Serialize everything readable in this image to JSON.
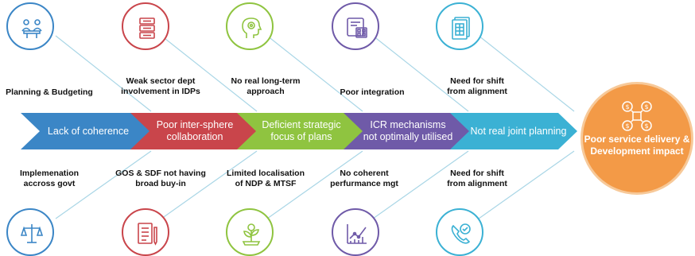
{
  "diagram": {
    "stages": [
      {
        "label": "Lack of coherence",
        "color": "#3b86c6"
      },
      {
        "label": "Poor inter-sphere\ncollaboration",
        "color": "#c9454b"
      },
      {
        "label": "Deficient strategic\nfocus of plans",
        "color": "#8fc440"
      },
      {
        "label": "ICR mechanisms\nnot optimally utilised",
        "color": "#6f5aa8"
      },
      {
        "label": "Not real joint planning",
        "color": "#3bb1d4"
      }
    ],
    "top_causes": [
      {
        "label": "Planning & Budgeting",
        "icon": "meeting-icon",
        "color": "#3b86c6"
      },
      {
        "label": "Weak sector dept\ninvolvement in IDPs",
        "icon": "ladder-list-icon",
        "color": "#c9454b"
      },
      {
        "label": "No real long-term\napproach",
        "icon": "head-mind-icon",
        "color": "#8fc440"
      },
      {
        "label": "Poor integration",
        "icon": "dashboard-icon",
        "color": "#6f5aa8"
      },
      {
        "label": "Need for shift\nfrom alignment",
        "icon": "spreadsheet-icon",
        "color": "#3bb1d4"
      }
    ],
    "bottom_causes": [
      {
        "label": "Implemenation\naccross govt",
        "icon": "scales-icon",
        "color": "#3b86c6"
      },
      {
        "label": "GOS & SDF not having\nbroad buy-in",
        "icon": "checklist-pencil-icon",
        "color": "#c9454b"
      },
      {
        "label": "Limited localisation\nof NDP & MTSF",
        "icon": "money-plant-icon",
        "color": "#8fc440"
      },
      {
        "label": "No coherent\nperfurmance mgt",
        "icon": "growth-chart-icon",
        "color": "#6f5aa8"
      },
      {
        "label": "Need for shift\nfrom alignment",
        "icon": "support-call-icon",
        "color": "#3bb1d4"
      }
    ],
    "outcome": {
      "label": "Poor service delivery &\nDevelopment impact",
      "icon": "dollar-network-icon",
      "color": "#f39a47"
    }
  }
}
